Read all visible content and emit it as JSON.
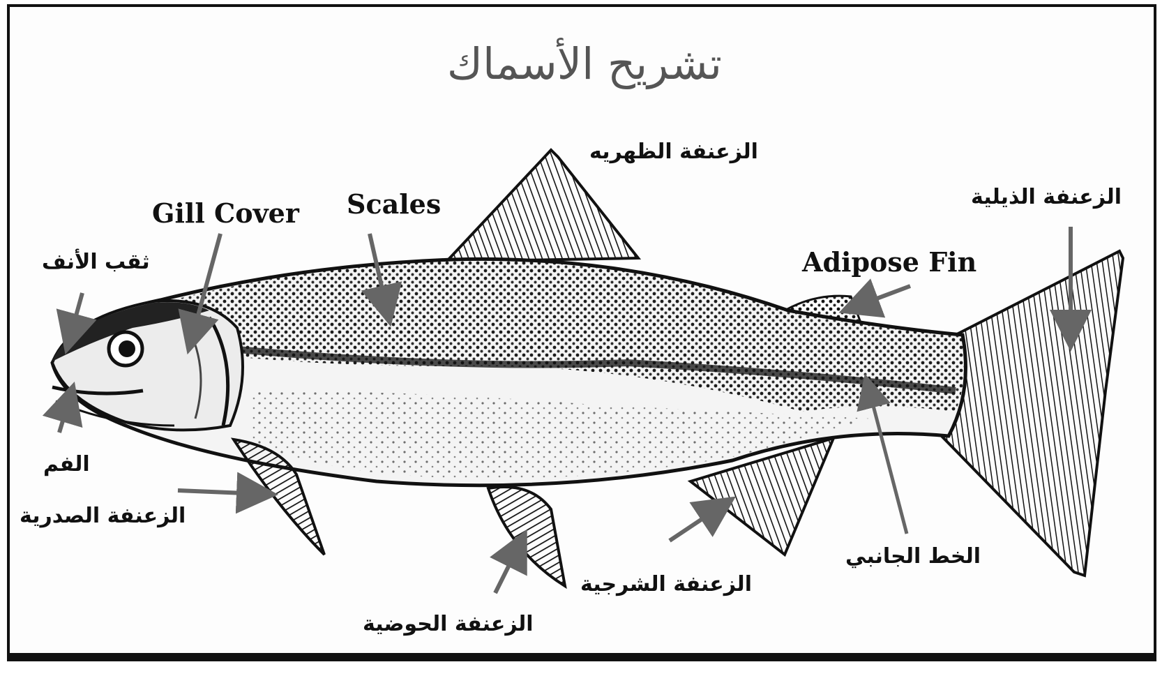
{
  "title": "تشريح الأسماك",
  "labels": {
    "dorsal_fin": "الزعنفة الظهريه",
    "caudal_fin": "الزعنفة الذيلية",
    "gill_cover": "Gill Cover",
    "scales": "Scales",
    "adipose_fin": "Adipose Fin",
    "nostril": "ثقب الأنف",
    "mouth": "الفم",
    "pectoral_fin": "الزعنفة الصدرية",
    "lateral_line": "الخط الجانبي",
    "anal_fin": "الزعنفة الشرجية",
    "pelvic_fin": "الزعنفة الحوضية"
  },
  "colors": {
    "ink": "#111111",
    "arrow": "#666666",
    "title": "#555555"
  }
}
